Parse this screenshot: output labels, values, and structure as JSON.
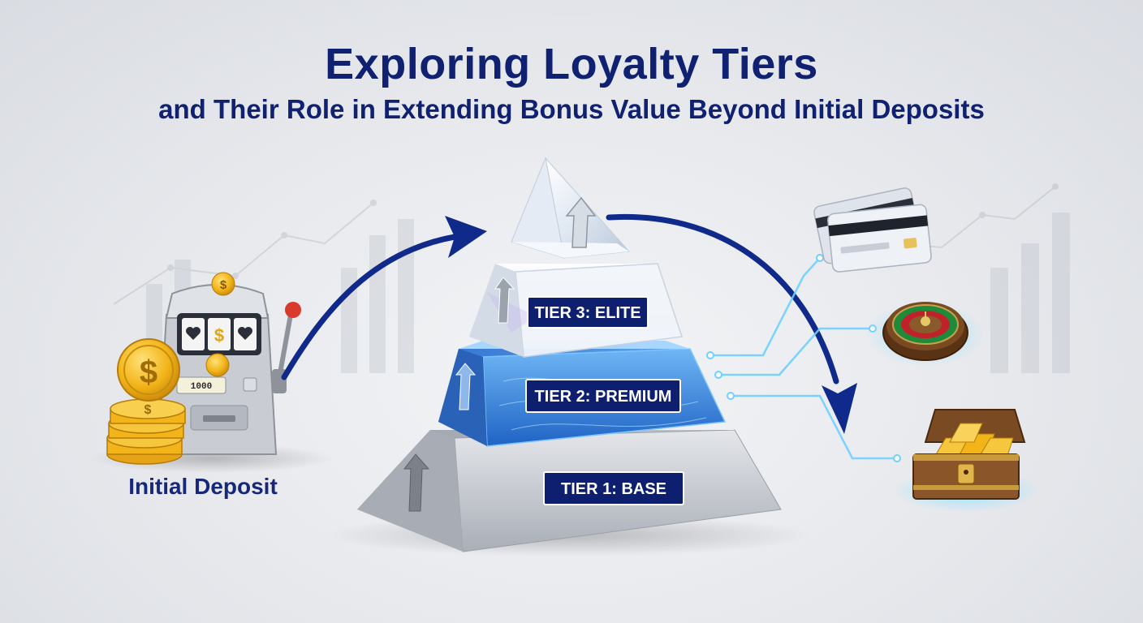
{
  "header": {
    "title": "Exploring Loyalty Tiers",
    "subtitle": "and Their Role in Extending Bonus Value Beyond Initial Deposits"
  },
  "deposit": {
    "caption": "Initial Deposit",
    "slot_display": "1000",
    "icons": [
      "slot-machine-icon",
      "coin-stack-icon",
      "dollar-coin-icon",
      "heart-icon"
    ]
  },
  "pyramid": {
    "tiers": [
      {
        "label": "TIER 3: ELITE"
      },
      {
        "label": "TIER 2: PREMIUM"
      },
      {
        "label": "TIER 1: BASE"
      }
    ]
  },
  "rewards": {
    "icons": [
      "credit-card-icon",
      "roulette-wheel-icon",
      "treasure-chest-icon"
    ]
  },
  "colors": {
    "title": "#0f2170",
    "arrow": "#0f2a8a",
    "label_bg": "#0d1f6e",
    "tier_elite": "#e9eef5",
    "tier_premium": "#3b8de0",
    "tier_base": "#c5c9d0",
    "glow": "#5cc8ff",
    "gold": "#f2b418"
  }
}
